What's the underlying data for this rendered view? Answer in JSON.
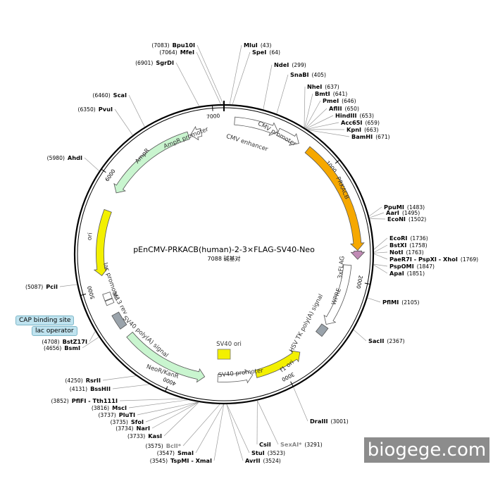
{
  "plasmid": {
    "name": "pEnCMV-PRKACB(human)-2-3×FLAG-SV40-Neo",
    "size_label": "7088 碱基对",
    "length": 7088
  },
  "ticks": [
    "1000",
    "2000",
    "3000",
    "4000",
    "5000",
    "6000",
    "7000"
  ],
  "sites": [
    {
      "name": "MluI",
      "pos": "(43)",
      "gray": false
    },
    {
      "name": "SpeI",
      "pos": "(64)",
      "gray": false
    },
    {
      "name": "NdeI",
      "pos": "(299)",
      "gray": false
    },
    {
      "name": "SnaBI",
      "pos": "(405)",
      "gray": false
    },
    {
      "name": "NheI",
      "pos": "(637)",
      "gray": false
    },
    {
      "name": "BmtI",
      "pos": "(641)",
      "gray": false
    },
    {
      "name": "PmeI",
      "pos": "(646)",
      "gray": false
    },
    {
      "name": "AflII",
      "pos": "(650)",
      "gray": false
    },
    {
      "name": "HindIII",
      "pos": "(653)",
      "gray": false
    },
    {
      "name": "Acc65I",
      "pos": "(659)",
      "gray": false
    },
    {
      "name": "KpnI",
      "pos": "(663)",
      "gray": false
    },
    {
      "name": "BamHI",
      "pos": "(671)",
      "gray": false
    },
    {
      "name": "PpuMI",
      "pos": "(1483)",
      "gray": false
    },
    {
      "name": "AarI",
      "pos": "(1495)",
      "gray": false
    },
    {
      "name": "EcoNI",
      "pos": "(1502)",
      "gray": false
    },
    {
      "name": "EcoRI",
      "pos": "(1736)",
      "gray": false
    },
    {
      "name": "BstXI",
      "pos": "(1758)",
      "gray": false
    },
    {
      "name": "NotI",
      "pos": "(1763)",
      "gray": false
    },
    {
      "name": "PaeR7I - PspXI - XhoI",
      "pos": "(1769)",
      "gray": false
    },
    {
      "name": "PspOMI",
      "pos": "(1847)",
      "gray": false
    },
    {
      "name": "ApaI",
      "pos": "(1851)",
      "gray": false
    },
    {
      "name": "PflMI",
      "pos": "(2105)",
      "gray": false
    },
    {
      "name": "SacII",
      "pos": "(2367)",
      "gray": false
    },
    {
      "name": "DraIII",
      "pos": "(3001)",
      "gray": false
    },
    {
      "name": "CsiI",
      "pos": "",
      "gray": false
    },
    {
      "name": "SexAI*",
      "pos": "(3291)",
      "gray": true
    },
    {
      "name": "StuI",
      "pos": "(3523)",
      "gray": false
    },
    {
      "name": "AvrII",
      "pos": "(3524)",
      "gray": false
    },
    {
      "name": "SmaI",
      "pos": "(3547)",
      "gray": false
    },
    {
      "name": "TspMI - XmaI",
      "pos": "(3545)",
      "gray": false
    },
    {
      "name": "BclI*",
      "pos": "(3575)",
      "gray": true
    },
    {
      "name": "KasI",
      "pos": "(3733)",
      "gray": false
    },
    {
      "name": "NarI",
      "pos": "(3734)",
      "gray": false
    },
    {
      "name": "SfoI",
      "pos": "(3735)",
      "gray": false
    },
    {
      "name": "PluTI",
      "pos": "(3737)",
      "gray": false
    },
    {
      "name": "MscI",
      "pos": "(3816)",
      "gray": false
    },
    {
      "name": "PflFI - Tth111I",
      "pos": "(3852)",
      "gray": false
    },
    {
      "name": "BssHII",
      "pos": "(4131)",
      "gray": false
    },
    {
      "name": "RsrII",
      "pos": "(4250)",
      "gray": false
    },
    {
      "name": "BsmI",
      "pos": "(4656)",
      "gray": false
    },
    {
      "name": "BstZ17I",
      "pos": "(4708)",
      "gray": false
    },
    {
      "name": "PciI",
      "pos": "(5087)",
      "gray": false
    },
    {
      "name": "AhdI",
      "pos": "(5980)",
      "gray": false
    },
    {
      "name": "PvuI",
      "pos": "(6350)",
      "gray": false
    },
    {
      "name": "ScaI",
      "pos": "(6460)",
      "gray": false
    },
    {
      "name": "SgrDI",
      "pos": "(6901)",
      "gray": false
    },
    {
      "name": "MfeI",
      "pos": "(7064)",
      "gray": false
    },
    {
      "name": "Bpu10I",
      "pos": "(7083)",
      "gray": false
    }
  ],
  "features": [
    {
      "name": "CMV enhancer",
      "color": "#ffffff"
    },
    {
      "name": "CMV promoter",
      "color": "#ffffff"
    },
    {
      "name": "PRKACB",
      "color": "#f6a800"
    },
    {
      "name": "3xFLAG",
      "color": "#c08ab5"
    },
    {
      "name": "WPRE",
      "color": "#ffffff"
    },
    {
      "name": "HSV TK poly(A) signal",
      "color": "#9aa3ab"
    },
    {
      "name": "f1 ori",
      "color": "#f3f000"
    },
    {
      "name": "SV40 ori",
      "color": "#f3f000"
    },
    {
      "name": "SV40 promoter",
      "color": "#ffffff"
    },
    {
      "name": "NeoR/KanR",
      "color": "#c9f5cf"
    },
    {
      "name": "SV40 poly(A) signal",
      "color": "#9aa3ab"
    },
    {
      "name": "M13 rev",
      "color": "#ffffff"
    },
    {
      "name": "lac promoter",
      "color": "#ffffff"
    },
    {
      "name": "ori",
      "color": "#f3f000"
    },
    {
      "name": "AmpR",
      "color": "#c9f5cf"
    },
    {
      "name": "AmpR promoter",
      "color": "#ffffff"
    }
  ],
  "tags": [
    "CAP binding site",
    "lac operator"
  ],
  "watermark": "biogege.com"
}
